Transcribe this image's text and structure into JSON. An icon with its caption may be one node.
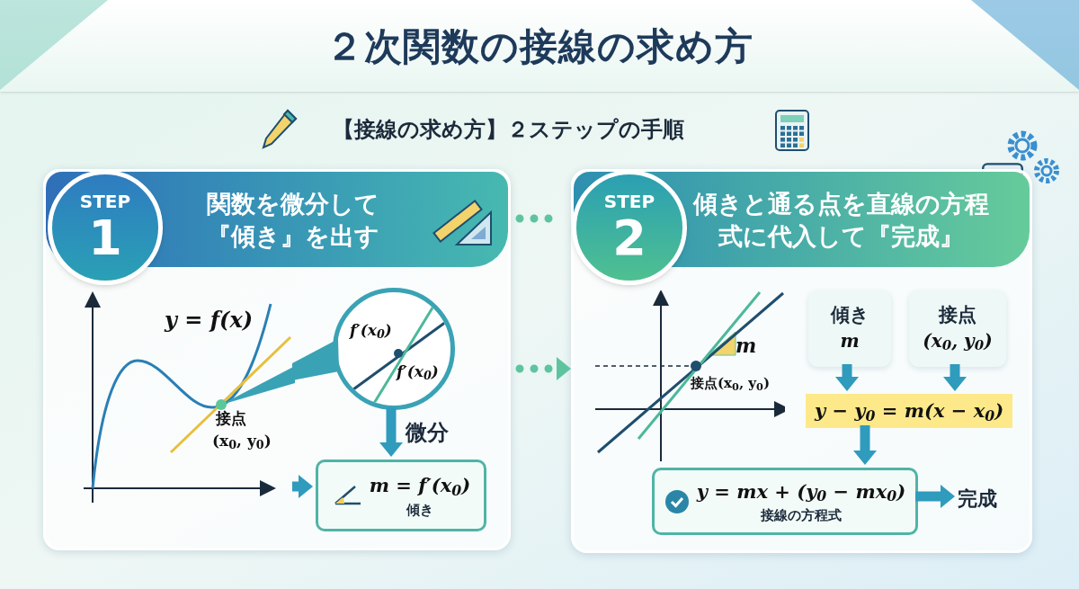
{
  "diagram": {
    "title": "２次関数の接線の求め方",
    "nodes": [
      {
        "text": [
          "関数を**微分**して『**傾き**』を出す"
        ]
      },
      {
        "text": [
          "STEP",
          "1"
        ],
        "in": 0
      },
      {
        "text": [],
        "shape": "picture",
        "in": 0
      },
      {
        "text": [
          "f′(x$_{0}$)",
          "f′(x$_{0}$)"
        ],
        "in": 0
      },
      {
        "text": [
          "m = f′(x$_{0}$)",
          "傾き"
        ],
        "in": 0
      },
      {
        "text": [
          "**傾き**と通る**点**を直線の方程式に代入して『**完成**』"
        ]
      },
      {
        "text": [
          "STEP",
          "2"
        ],
        "in": 5
      },
      {
        "text": [],
        "shape": "picture",
        "in": 5
      },
      {
        "text": [
          "傾き",
          "m"
        ],
        "in": 5
      },
      {
        "text": [
          "接点",
          "(x$_{0}$, y$_{0}$)"
        ],
        "in": 5
      },
      {
        "text": [
          "y − y$_{0}$ = m(x − x$_{0}$)"
        ],
        "in": 5
      },
      {
        "text": [
          "y = mx + (y$_{0}$ − mx$_{0}$)",
          "接線の方程式"
        ],
        "in": 5
      },
      {
        "text": [
          "完成"
        ],
        "in": 5
      }
    ],
    "edges": [
      {
        "from": 0,
        "to": 5,
        "arrow": "none",
        "style": "dashed",
        "color": "#5ec4a0"
      },
      {
        "from": 0,
        "to": 5,
        "arrow": "to",
        "style": "dashed",
        "color": "#5ec4a0"
      },
      {
        "from": 3,
        "to": 4,
        "arrow": "to",
        "label": "微分"
      },
      {
        "from": 2,
        "to": 4,
        "arrow": "to"
      },
      {
        "from": 2,
        "to": 3,
        "arrow": "none"
      },
      {
        "from": 8,
        "to": 10,
        "arrow": "to"
      },
      {
        "from": 9,
        "to": 10,
        "arrow": "to"
      },
      {
        "from": 10,
        "to": 11,
        "arrow": "to"
      },
      {
        "from": 11,
        "to": 12,
        "arrow": "to"
      }
    ],
    "labels": [
      "【接線の求め方】２ステップの手順",
      "y = f(x)",
      "接点",
      "(x$_{0}$, y$_{0}$)",
      "m",
      "接点(x$_{0}$, y$_{0}$)"
    ]
  }
}
